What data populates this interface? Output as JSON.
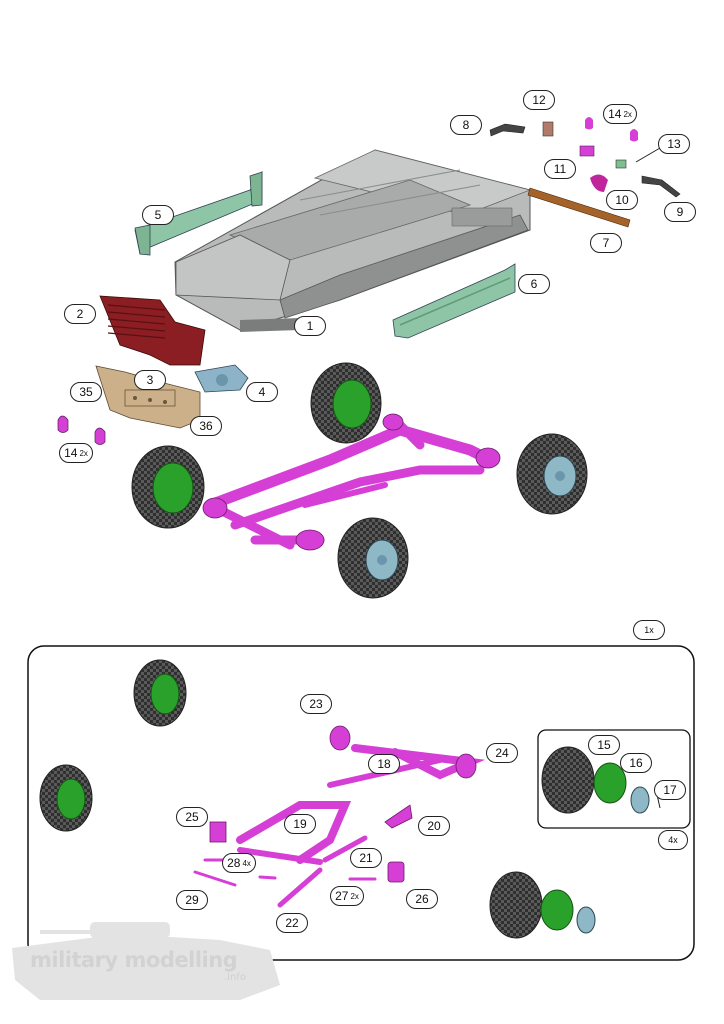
{
  "callouts": {
    "c1": {
      "num": "1",
      "qty": ""
    },
    "c2": {
      "num": "2",
      "qty": ""
    },
    "c3": {
      "num": "3",
      "qty": ""
    },
    "c4": {
      "num": "4",
      "qty": ""
    },
    "c5": {
      "num": "5",
      "qty": ""
    },
    "c6": {
      "num": "6",
      "qty": ""
    },
    "c7": {
      "num": "7",
      "qty": ""
    },
    "c8": {
      "num": "8",
      "qty": ""
    },
    "c9": {
      "num": "9",
      "qty": ""
    },
    "c10": {
      "num": "10",
      "qty": ""
    },
    "c11": {
      "num": "11",
      "qty": ""
    },
    "c12": {
      "num": "12",
      "qty": ""
    },
    "c13": {
      "num": "13",
      "qty": ""
    },
    "c14a": {
      "num": "14",
      "qty": "2x"
    },
    "c14b": {
      "num": "14",
      "qty": "2x"
    },
    "c35": {
      "num": "35",
      "qty": ""
    },
    "c36": {
      "num": "36",
      "qty": ""
    },
    "c15": {
      "num": "15",
      "qty": ""
    },
    "c16": {
      "num": "16",
      "qty": ""
    },
    "c17": {
      "num": "17",
      "qty": ""
    },
    "c18": {
      "num": "18",
      "qty": ""
    },
    "c19": {
      "num": "19",
      "qty": ""
    },
    "c20": {
      "num": "20",
      "qty": ""
    },
    "c21": {
      "num": "21",
      "qty": ""
    },
    "c22": {
      "num": "22",
      "qty": ""
    },
    "c23": {
      "num": "23",
      "qty": ""
    },
    "c24": {
      "num": "24",
      "qty": ""
    },
    "c25": {
      "num": "25",
      "qty": ""
    },
    "c26": {
      "num": "26",
      "qty": ""
    },
    "c27": {
      "num": "27",
      "qty": "2x"
    },
    "c28": {
      "num": "28",
      "qty": "4x"
    },
    "c29": {
      "num": "29",
      "qty": ""
    },
    "q1x": {
      "num": "1x",
      "qty": ""
    },
    "q4x": {
      "num": "4x",
      "qty": ""
    }
  },
  "watermark": {
    "text": "military modelling",
    "sub": ".info"
  },
  "colors": {
    "hull": "#b9bbba",
    "green_part": "#8ec5a6",
    "magenta_part": "#d63fd6",
    "red_part": "#8a1e22",
    "tan_part": "#cbb08a",
    "blue_part": "#8cb3c8",
    "rod": "#a5632a",
    "tire": "#555555",
    "rim": "#2aa12a",
    "hub": "#8fb8c6"
  }
}
